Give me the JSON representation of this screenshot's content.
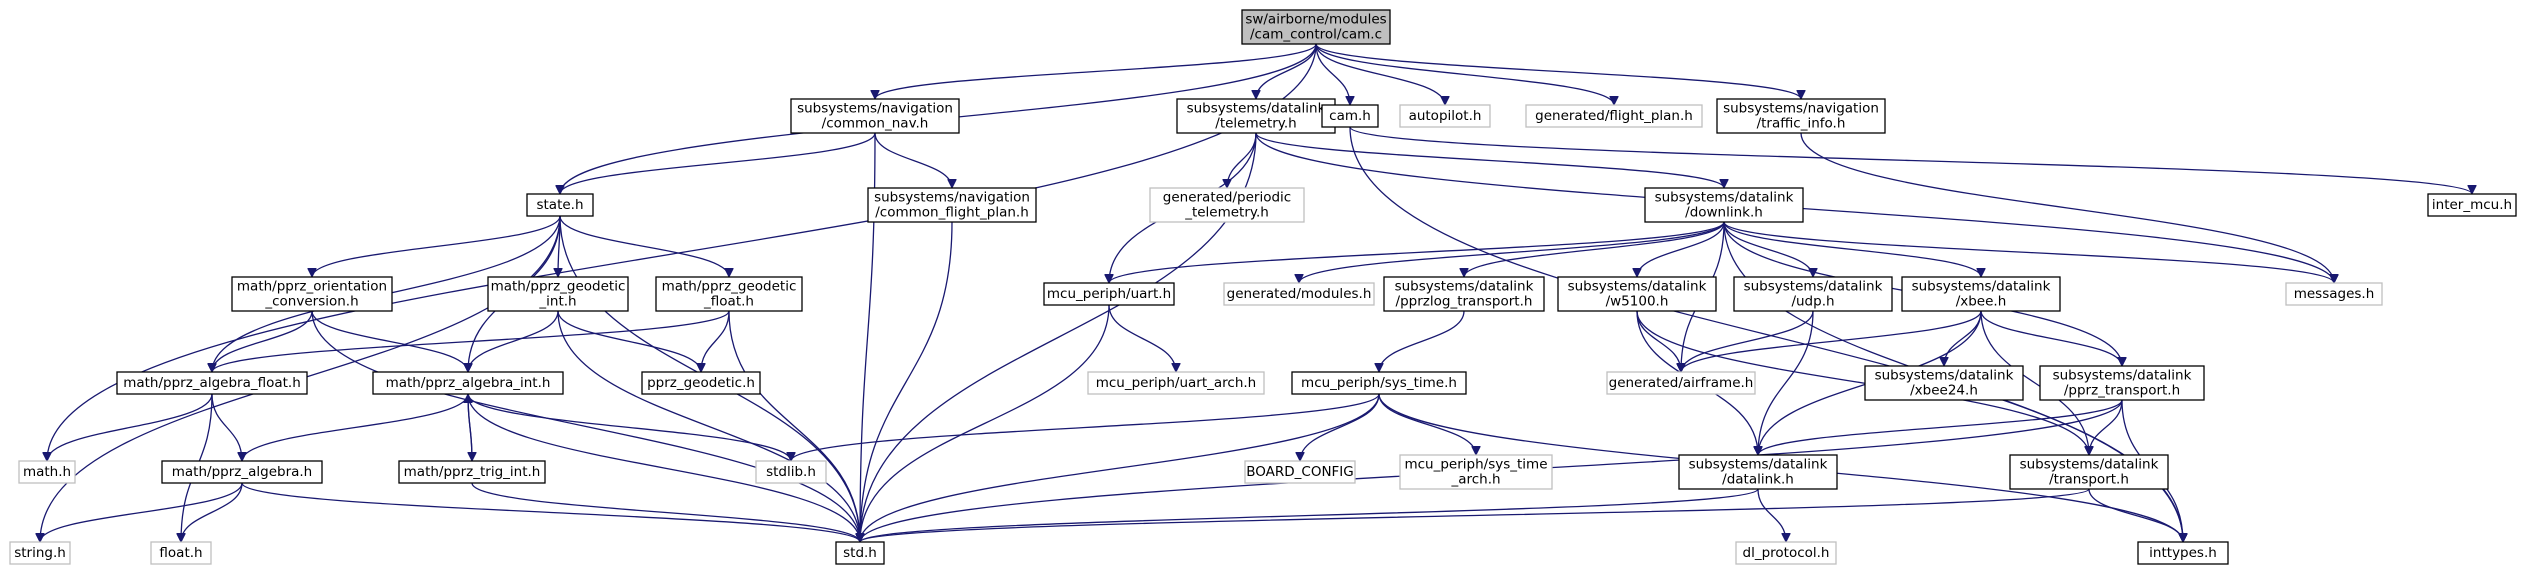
{
  "graph_title": "",
  "colors": {
    "edge": "#191970",
    "root_fill": "#bfbfbf",
    "box_border": "#000000",
    "external_border": "#bfbfbf"
  },
  "nodes": [
    {
      "id": "cam_c",
      "lines": [
        "sw/airborne/modules",
        "/cam_control/cam.c"
      ],
      "kind": "root"
    },
    {
      "id": "common_nav_h",
      "lines": [
        "subsystems/navigation",
        "/common_nav.h"
      ],
      "kind": "file"
    },
    {
      "id": "telemetry_h",
      "lines": [
        "subsystems/datalink",
        "/telemetry.h"
      ],
      "kind": "file"
    },
    {
      "id": "cam_h",
      "lines": [
        "cam.h"
      ],
      "kind": "file"
    },
    {
      "id": "autopilot_h",
      "lines": [
        "autopilot.h"
      ],
      "kind": "external"
    },
    {
      "id": "flight_plan_h",
      "lines": [
        "generated/flight_plan.h"
      ],
      "kind": "external"
    },
    {
      "id": "traffic_info_h",
      "lines": [
        "subsystems/navigation",
        "/traffic_info.h"
      ],
      "kind": "file"
    },
    {
      "id": "state_h",
      "lines": [
        "state.h"
      ],
      "kind": "file"
    },
    {
      "id": "common_flight_plan_h",
      "lines": [
        "subsystems/navigation",
        "/common_flight_plan.h"
      ],
      "kind": "file"
    },
    {
      "id": "periodic_telemetry_h",
      "lines": [
        "generated/periodic",
        "_telemetry.h"
      ],
      "kind": "external"
    },
    {
      "id": "downlink_h",
      "lines": [
        "subsystems/datalink",
        "/downlink.h"
      ],
      "kind": "file"
    },
    {
      "id": "inter_mcu_h",
      "lines": [
        "inter_mcu.h"
      ],
      "kind": "file"
    },
    {
      "id": "orientation_conversion_h",
      "lines": [
        "math/pprz_orientation",
        "_conversion.h"
      ],
      "kind": "file"
    },
    {
      "id": "geodetic_int_h",
      "lines": [
        "math/pprz_geodetic",
        "_int.h"
      ],
      "kind": "file"
    },
    {
      "id": "geodetic_float_h",
      "lines": [
        "math/pprz_geodetic",
        "_float.h"
      ],
      "kind": "file"
    },
    {
      "id": "uart_h",
      "lines": [
        "mcu_periph/uart.h"
      ],
      "kind": "file"
    },
    {
      "id": "modules_h",
      "lines": [
        "generated/modules.h"
      ],
      "kind": "external"
    },
    {
      "id": "pprzlog_transport_h",
      "lines": [
        "subsystems/datalink",
        "/pprzlog_transport.h"
      ],
      "kind": "file"
    },
    {
      "id": "w5100_h",
      "lines": [
        "subsystems/datalink",
        "/w5100.h"
      ],
      "kind": "file"
    },
    {
      "id": "udp_h",
      "lines": [
        "subsystems/datalink",
        "/udp.h"
      ],
      "kind": "file"
    },
    {
      "id": "xbee_h",
      "lines": [
        "subsystems/datalink",
        "/xbee.h"
      ],
      "kind": "file"
    },
    {
      "id": "messages_h",
      "lines": [
        "messages.h"
      ],
      "kind": "external"
    },
    {
      "id": "algebra_float_h",
      "lines": [
        "math/pprz_algebra_float.h"
      ],
      "kind": "file"
    },
    {
      "id": "algebra_int_h",
      "lines": [
        "math/pprz_algebra_int.h"
      ],
      "kind": "file"
    },
    {
      "id": "pprz_geodetic_h",
      "lines": [
        "pprz_geodetic.h"
      ],
      "kind": "file"
    },
    {
      "id": "uart_arch_h",
      "lines": [
        "mcu_periph/uart_arch.h"
      ],
      "kind": "external"
    },
    {
      "id": "sys_time_h",
      "lines": [
        "mcu_periph/sys_time.h"
      ],
      "kind": "file"
    },
    {
      "id": "airframe_h",
      "lines": [
        "generated/airframe.h"
      ],
      "kind": "external"
    },
    {
      "id": "xbee24_h",
      "lines": [
        "subsystems/datalink",
        "/xbee24.h"
      ],
      "kind": "file"
    },
    {
      "id": "pprz_transport_h",
      "lines": [
        "subsystems/datalink",
        "/pprz_transport.h"
      ],
      "kind": "file"
    },
    {
      "id": "math_h",
      "lines": [
        "math.h"
      ],
      "kind": "external"
    },
    {
      "id": "algebra_h",
      "lines": [
        "math/pprz_algebra.h"
      ],
      "kind": "file"
    },
    {
      "id": "trig_int_h",
      "lines": [
        "math/pprz_trig_int.h"
      ],
      "kind": "file"
    },
    {
      "id": "stdlib_h",
      "lines": [
        "stdlib.h"
      ],
      "kind": "external"
    },
    {
      "id": "board_config",
      "lines": [
        "BOARD_CONFIG"
      ],
      "kind": "external"
    },
    {
      "id": "sys_time_arch_h",
      "lines": [
        "mcu_periph/sys_time",
        "_arch.h"
      ],
      "kind": "external"
    },
    {
      "id": "datalink_h",
      "lines": [
        "subsystems/datalink",
        "/datalink.h"
      ],
      "kind": "file"
    },
    {
      "id": "transport_h",
      "lines": [
        "subsystems/datalink",
        "/transport.h"
      ],
      "kind": "file"
    },
    {
      "id": "string_h",
      "lines": [
        "string.h"
      ],
      "kind": "external"
    },
    {
      "id": "float_h",
      "lines": [
        "float.h"
      ],
      "kind": "external"
    },
    {
      "id": "std_h",
      "lines": [
        "std.h"
      ],
      "kind": "file"
    },
    {
      "id": "dl_protocol_h",
      "lines": [
        "dl_protocol.h"
      ],
      "kind": "external"
    },
    {
      "id": "inttypes_h",
      "lines": [
        "inttypes.h"
      ],
      "kind": "file"
    }
  ],
  "edges": [
    [
      "cam_c",
      "common_nav_h"
    ],
    [
      "cam_c",
      "telemetry_h"
    ],
    [
      "cam_c",
      "cam_h"
    ],
    [
      "cam_c",
      "autopilot_h"
    ],
    [
      "cam_c",
      "flight_plan_h"
    ],
    [
      "cam_c",
      "traffic_info_h"
    ],
    [
      "cam_c",
      "state_h"
    ],
    [
      "cam_c",
      "math_h"
    ],
    [
      "common_nav_h",
      "state_h"
    ],
    [
      "common_nav_h",
      "common_flight_plan_h"
    ],
    [
      "common_nav_h",
      "std_h"
    ],
    [
      "common_flight_plan_h",
      "std_h"
    ],
    [
      "telemetry_h",
      "periodic_telemetry_h"
    ],
    [
      "telemetry_h",
      "uart_h"
    ],
    [
      "telemetry_h",
      "downlink_h"
    ],
    [
      "telemetry_h",
      "std_h"
    ],
    [
      "telemetry_h",
      "messages_h"
    ],
    [
      "cam_h",
      "inter_mcu_h"
    ],
    [
      "cam_h",
      "inttypes_h"
    ],
    [
      "state_h",
      "orientation_conversion_h"
    ],
    [
      "state_h",
      "geodetic_int_h"
    ],
    [
      "state_h",
      "geodetic_float_h"
    ],
    [
      "state_h",
      "algebra_float_h"
    ],
    [
      "state_h",
      "algebra_int_h"
    ],
    [
      "state_h",
      "std_h"
    ],
    [
      "state_h",
      "string_h"
    ],
    [
      "orientation_conversion_h",
      "algebra_float_h"
    ],
    [
      "orientation_conversion_h",
      "algebra_int_h"
    ],
    [
      "orientation_conversion_h",
      "std_h"
    ],
    [
      "geodetic_int_h",
      "pprz_geodetic_h"
    ],
    [
      "geodetic_int_h",
      "algebra_int_h"
    ],
    [
      "geodetic_int_h",
      "std_h"
    ],
    [
      "geodetic_float_h",
      "pprz_geodetic_h"
    ],
    [
      "geodetic_float_h",
      "algebra_float_h"
    ],
    [
      "geodetic_float_h",
      "std_h"
    ],
    [
      "algebra_float_h",
      "algebra_h"
    ],
    [
      "algebra_float_h",
      "math_h"
    ],
    [
      "algebra_float_h",
      "float_h"
    ],
    [
      "algebra_int_h",
      "algebra_h"
    ],
    [
      "algebra_int_h",
      "trig_int_h"
    ],
    [
      "algebra_int_h",
      "stdlib_h"
    ],
    [
      "algebra_int_h",
      "std_h"
    ],
    [
      "trig_int_h",
      "algebra_int_h"
    ],
    [
      "trig_int_h",
      "std_h"
    ],
    [
      "algebra_h",
      "string_h"
    ],
    [
      "algebra_h",
      "float_h"
    ],
    [
      "algebra_h",
      "std_h"
    ],
    [
      "downlink_h",
      "modules_h"
    ],
    [
      "downlink_h",
      "uart_h"
    ],
    [
      "downlink_h",
      "pprzlog_transport_h"
    ],
    [
      "downlink_h",
      "w5100_h"
    ],
    [
      "downlink_h",
      "udp_h"
    ],
    [
      "downlink_h",
      "xbee_h"
    ],
    [
      "downlink_h",
      "messages_h"
    ],
    [
      "downlink_h",
      "airframe_h"
    ],
    [
      "downlink_h",
      "pprz_transport_h"
    ],
    [
      "downlink_h",
      "inttypes_h"
    ],
    [
      "uart_h",
      "uart_arch_h"
    ],
    [
      "uart_h",
      "std_h"
    ],
    [
      "pprzlog_transport_h",
      "sys_time_h"
    ],
    [
      "sys_time_h",
      "board_config"
    ],
    [
      "sys_time_h",
      "sys_time_arch_h"
    ],
    [
      "sys_time_h",
      "stdlib_h"
    ],
    [
      "sys_time_h",
      "std_h"
    ],
    [
      "sys_time_h",
      "inttypes_h"
    ],
    [
      "w5100_h",
      "airframe_h"
    ],
    [
      "w5100_h",
      "datalink_h"
    ],
    [
      "w5100_h",
      "transport_h"
    ],
    [
      "udp_h",
      "airframe_h"
    ],
    [
      "udp_h",
      "datalink_h"
    ],
    [
      "xbee_h",
      "xbee24_h"
    ],
    [
      "xbee_h",
      "airframe_h"
    ],
    [
      "xbee_h",
      "pprz_transport_h"
    ],
    [
      "xbee_h",
      "datalink_h"
    ],
    [
      "xbee_h",
      "transport_h"
    ],
    [
      "pprz_transport_h",
      "transport_h"
    ],
    [
      "pprz_transport_h",
      "datalink_h"
    ],
    [
      "pprz_transport_h",
      "std_h"
    ],
    [
      "pprz_transport_h",
      "inttypes_h"
    ],
    [
      "datalink_h",
      "std_h"
    ],
    [
      "datalink_h",
      "dl_protocol_h"
    ],
    [
      "transport_h",
      "std_h"
    ],
    [
      "transport_h",
      "inttypes_h"
    ],
    [
      "traffic_info_h",
      "messages_h"
    ]
  ]
}
